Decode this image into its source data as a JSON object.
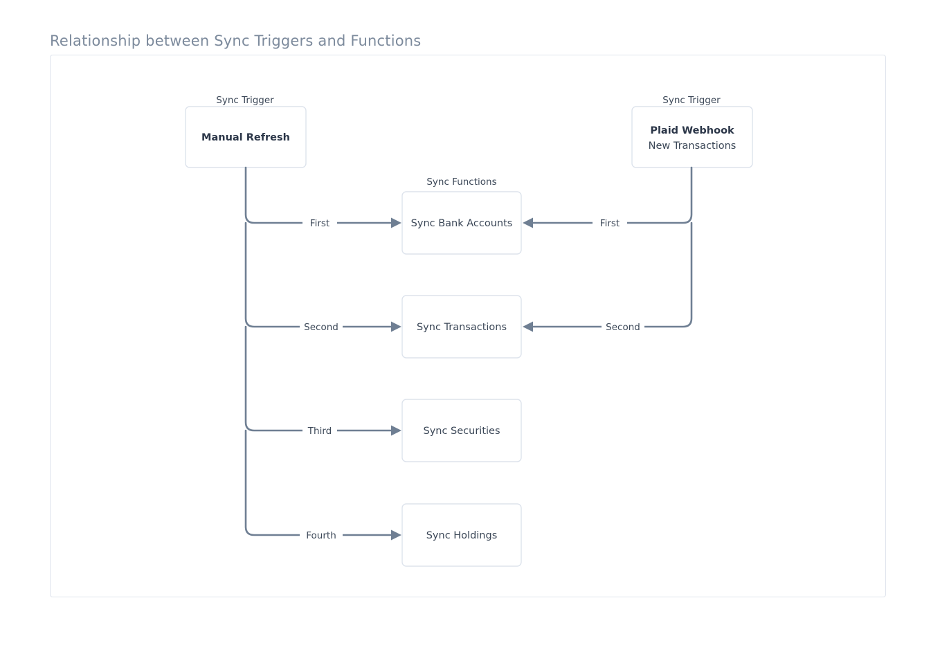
{
  "page": {
    "title": "Relationship between Sync Triggers and Functions"
  },
  "diagram": {
    "type": "flowchart",
    "captions": {
      "trigger_left": "Sync Trigger",
      "trigger_right": "Sync Trigger",
      "functions": "Sync Functions"
    },
    "triggers": [
      {
        "id": "manual-refresh",
        "caption": "Sync Trigger",
        "title": "Manual Refresh",
        "subtitle": ""
      },
      {
        "id": "plaid-webhook",
        "caption": "Sync Trigger",
        "title": "Plaid Webhook",
        "subtitle": "New Transactions"
      }
    ],
    "functions": [
      {
        "id": "sync-bank-accounts",
        "label": "Sync Bank Accounts"
      },
      {
        "id": "sync-transactions",
        "label": "Sync Transactions"
      },
      {
        "id": "sync-securities",
        "label": "Sync Securities"
      },
      {
        "id": "sync-holdings",
        "label": "Sync Holdings"
      }
    ],
    "edges": [
      {
        "id": "manual-first",
        "from": "manual-refresh",
        "to": "sync-bank-accounts",
        "label": "First",
        "direction": "right"
      },
      {
        "id": "manual-second",
        "from": "manual-refresh",
        "to": "sync-transactions",
        "label": "Second",
        "direction": "right"
      },
      {
        "id": "manual-third",
        "from": "manual-refresh",
        "to": "sync-securities",
        "label": "Third",
        "direction": "right"
      },
      {
        "id": "manual-fourth",
        "from": "manual-refresh",
        "to": "sync-holdings",
        "label": "Fourth",
        "direction": "right"
      },
      {
        "id": "plaid-first",
        "from": "plaid-webhook",
        "to": "sync-bank-accounts",
        "label": "First",
        "direction": "left"
      },
      {
        "id": "plaid-second",
        "from": "plaid-webhook",
        "to": "sync-transactions",
        "label": "Second",
        "direction": "left"
      }
    ],
    "colors": {
      "title": "#7c8a9c",
      "card_border": "#dfe4ed",
      "node_border": "#dde3ec",
      "node_fill": "#ffffff",
      "edge_stroke": "#6f7f93",
      "label_text": "#3c4858"
    }
  }
}
